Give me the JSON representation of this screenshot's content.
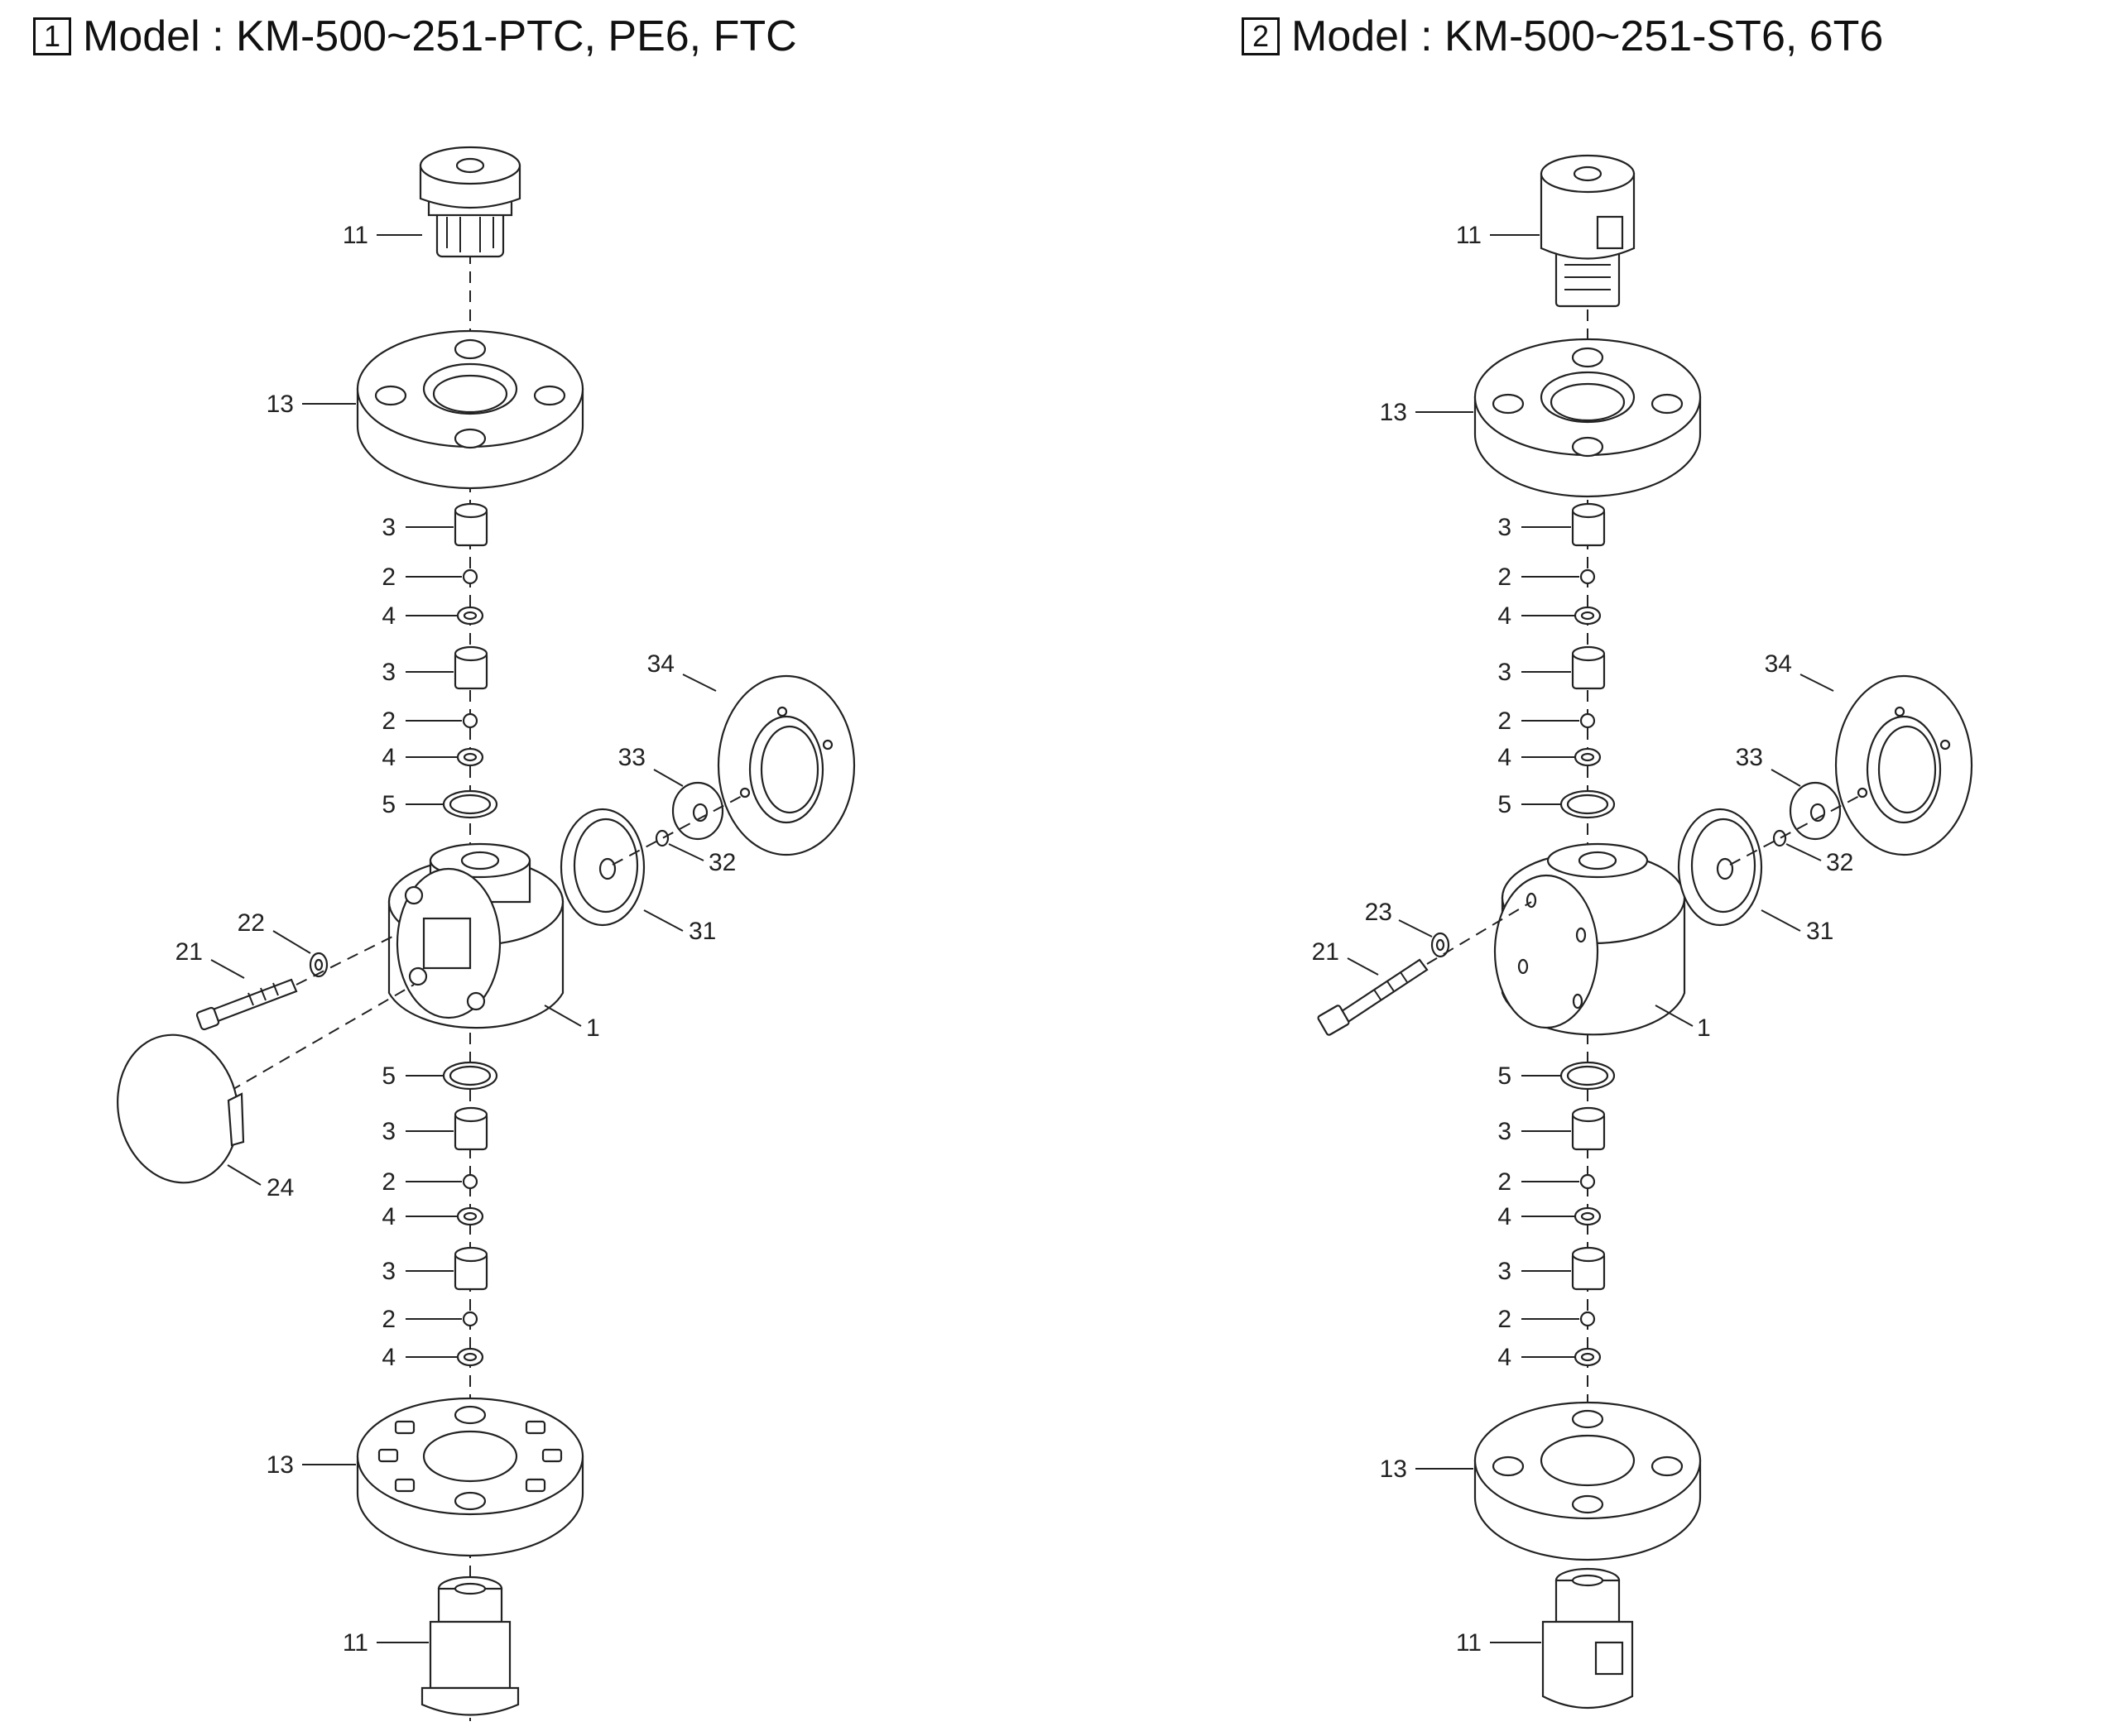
{
  "headings": [
    {
      "box": "1",
      "text": "Model : KM-500~251-PTC, PE6, FTC"
    },
    {
      "box": "2",
      "text": "Model : KM-500~251-ST6, 6T6"
    }
  ],
  "left_labels": {
    "top_connector": "11",
    "top_flange": "13",
    "guide_1": "3",
    "ball_1": "2",
    "seat_1": "4",
    "guide_2": "3",
    "ball_2": "2",
    "seat_2": "4",
    "oring_top": "5",
    "pump_head": "1",
    "screw": "21",
    "washer": "22",
    "cover": "24",
    "diaphragm": "31",
    "small_washer": "32",
    "diaphragm_disk": "33",
    "back_flange": "34",
    "oring_bottom": "5",
    "guide_3": "3",
    "ball_3": "2",
    "seat_3": "4",
    "guide_4": "3",
    "ball_4": "2",
    "seat_4": "4",
    "bottom_flange": "13",
    "bottom_connector": "11"
  },
  "right_labels": {
    "top_connector": "11",
    "top_flange": "13",
    "guide_1": "3",
    "ball_1": "2",
    "seat_1": "4",
    "guide_2": "3",
    "ball_2": "2",
    "seat_2": "4",
    "oring_top": "5",
    "pump_head": "1",
    "screw": "21",
    "washer": "23",
    "diaphragm": "31",
    "small_washer": "32",
    "diaphragm_disk": "33",
    "back_flange": "34",
    "oring_bottom": "5",
    "guide_3": "3",
    "ball_3": "2",
    "seat_3": "4",
    "guide_4": "3",
    "ball_4": "2",
    "seat_4": "4",
    "bottom_flange": "13",
    "bottom_connector": "11"
  }
}
